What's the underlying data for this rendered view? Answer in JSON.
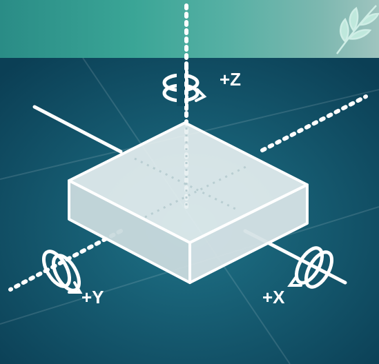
{
  "labels": {
    "z": "+Z",
    "y": "+Y",
    "x": "+X"
  },
  "icons": {
    "banner_decoration": "leaf-sprig-icon",
    "z_rotation": "rotation-arrow-z-icon",
    "y_rotation": "rotation-arrow-y-icon",
    "x_rotation": "rotation-arrow-x-icon"
  },
  "colors": {
    "background": "#0f4d63",
    "banner": "#3aa596",
    "lines": "#ffffff",
    "box_face": "#dde9ea"
  }
}
